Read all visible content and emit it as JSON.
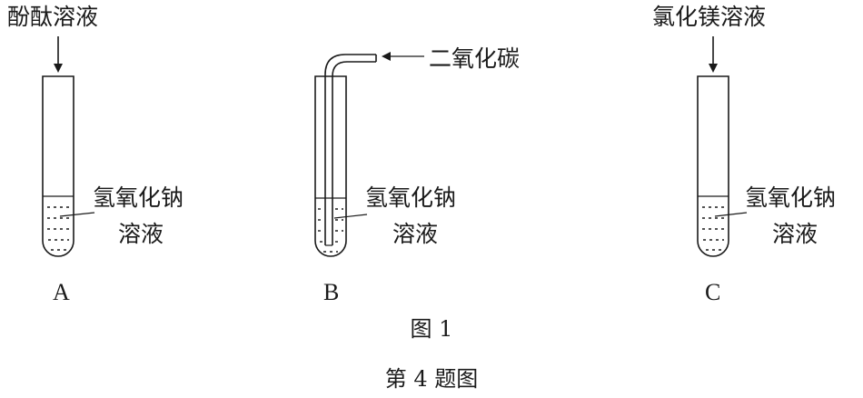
{
  "tube_a": {
    "reagent_label": "酚酞溶液",
    "contents_line1": "氢氧化钠",
    "contents_line2": "溶液",
    "letter": "A"
  },
  "tube_b": {
    "reagent_label": "二氧化碳",
    "contents_line1": "氢氧化钠",
    "contents_line2": "溶液",
    "letter": "B"
  },
  "tube_c": {
    "reagent_label": "氯化镁溶液",
    "contents_line1": "氢氧化钠",
    "contents_line2": "溶液",
    "letter": "C"
  },
  "figure_caption": "图 1",
  "question_caption": "第 4 题图"
}
